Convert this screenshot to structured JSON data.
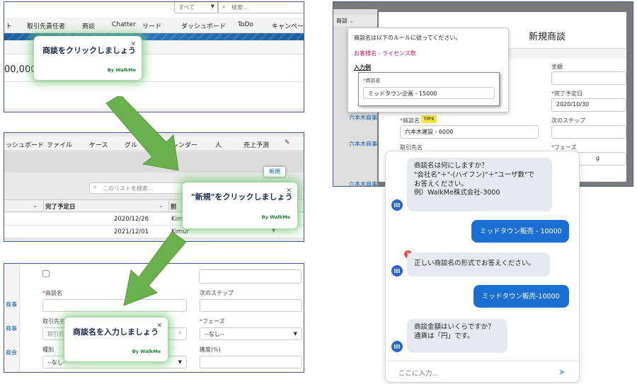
{
  "panel1": {
    "nav": [
      "取引先責任者",
      "商談",
      "Chatter",
      "リード",
      "ダッシュボード",
      "ToDo",
      "キャンペー"
    ],
    "nav_prefix": "ト",
    "top_select": "すべて",
    "top_search": "検索...",
    "amount_text": "00,000",
    "tooltip": {
      "title": "商談をクリックしましょう",
      "by": "By WalkMe"
    }
  },
  "panel2": {
    "nav": [
      "ッシュボード",
      "ファイル",
      "ケース",
      "グル",
      "カレンダー",
      "人",
      "売上予測"
    ],
    "new_button": "新規",
    "search_placeholder": "このリストを検索...",
    "col_date": "完了予定日",
    "col_owner": "担",
    "rows": [
      {
        "date": "2020/12/26",
        "owner": "Kim"
      },
      {
        "date": "2021/12/01",
        "owner": "Kimur"
      }
    ],
    "tooltip": {
      "title": "\"新規\"をクリックしましょう",
      "by": "By WalkMe"
    }
  },
  "panel3": {
    "side": [
      "商事",
      "商事",
      "商会"
    ],
    "labels": {
      "name": "商談名",
      "account": "取引先名",
      "type": "種別",
      "next_step": "次のステップ",
      "phase": "フェーズ",
      "probability": "確度(%)"
    },
    "account_placeholder": "取引先",
    "type_value": "--なし--",
    "phase_value": "--なし--",
    "tooltip": {
      "title": "商談名を入力しましょう",
      "by": "By WalkMe"
    }
  },
  "panel4": {
    "tab": "商談",
    "modal_title": "新規商談",
    "rule_text": "商談名は以下のルールに従ってください。",
    "rule_format": "お客様名 - ライセンス数",
    "example_label": "入力例",
    "example_field_label": "商談名",
    "example_value": "ミッドタウン企画 - 15000",
    "name_label": "商談名",
    "tips": "TIPS",
    "name_value": "六本木建設 - 6000",
    "account_label": "取引先名",
    "amount_label": "金額",
    "close_date_label": "完了予定日",
    "close_date_value": "2020/10/30",
    "next_step_label": "次のステップ",
    "phase_label": "フェーズ",
    "phase_partial": "g",
    "side_list": [
      "六本木商事",
      "六本木商事",
      "六本木商事"
    ]
  },
  "chat": {
    "messages": [
      {
        "from": "bot",
        "lines": [
          "商談名は何にしますか？",
          "\"会社名\"＋\"-(ハイフン)\"＋\"ユーザ数\"で",
          "お答えください。",
          "例）WalkMe株式会社-3000"
        ]
      },
      {
        "from": "user",
        "text": "ミッドタウン販売 - 10000"
      },
      {
        "from": "bot",
        "error": true,
        "lines": [
          "正しい商談名の形式でお答えください。"
        ]
      },
      {
        "from": "user",
        "text": "ミッドタウン販売-10000"
      },
      {
        "from": "bot",
        "lines": [
          "商談金額はいくらですか？",
          "通貨は「円」です。"
        ]
      }
    ],
    "input_placeholder": "ここに入力...",
    "accent_color": "#1b6fd2"
  },
  "colors": {
    "frame": "#3f5b88",
    "arrow": "#6ab04c",
    "brand_green": "#1a7d2d"
  }
}
